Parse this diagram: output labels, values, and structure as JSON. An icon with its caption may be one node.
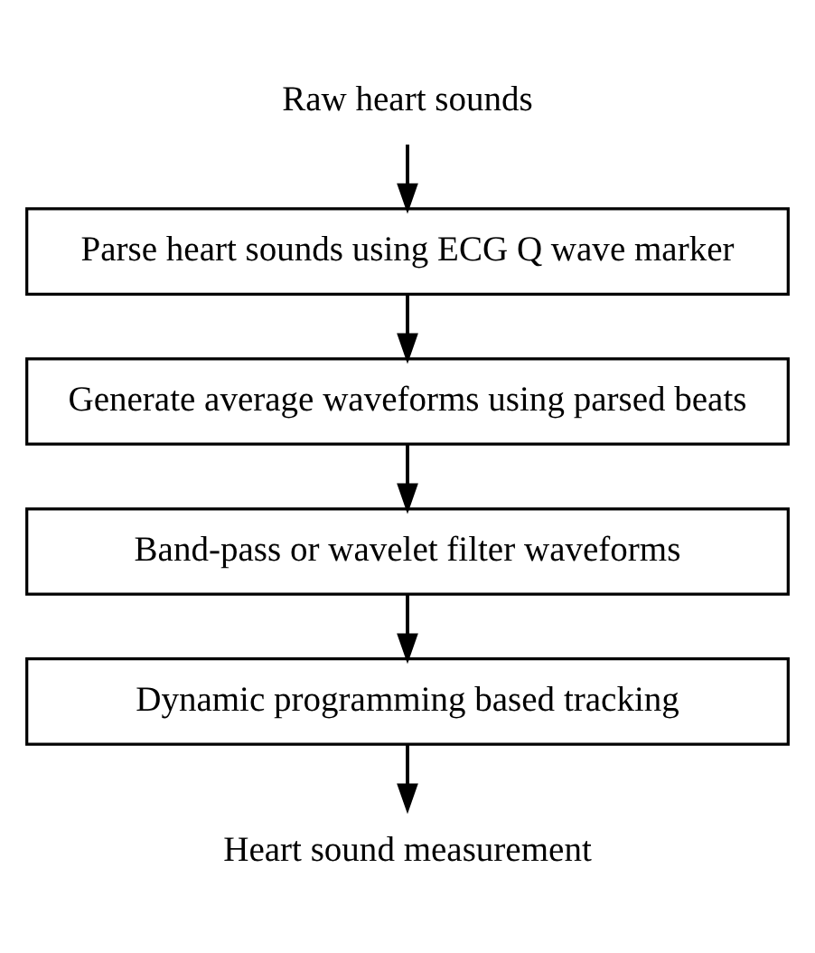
{
  "diagram": {
    "nodes": [
      {
        "text": [
          "Raw heart sounds"
        ]
      },
      {
        "text": [
          "Parse heart sounds using ECG Q wave marker"
        ]
      },
      {
        "text": [
          "Generate average waveforms using parsed beats"
        ]
      },
      {
        "text": [
          "Band-pass or wavelet filter waveforms"
        ]
      },
      {
        "text": [
          "Dynamic programming based tracking"
        ]
      },
      {
        "text": [
          "Heart sound measurement"
        ]
      }
    ],
    "edges": [
      {
        "from": 0,
        "to": 1,
        "arrow": "to"
      },
      {
        "from": 1,
        "to": 2,
        "arrow": "to"
      },
      {
        "from": 2,
        "to": 3,
        "arrow": "to"
      },
      {
        "from": 3,
        "to": 4,
        "arrow": "to"
      },
      {
        "from": 4,
        "to": 5,
        "arrow": "to"
      }
    ]
  }
}
